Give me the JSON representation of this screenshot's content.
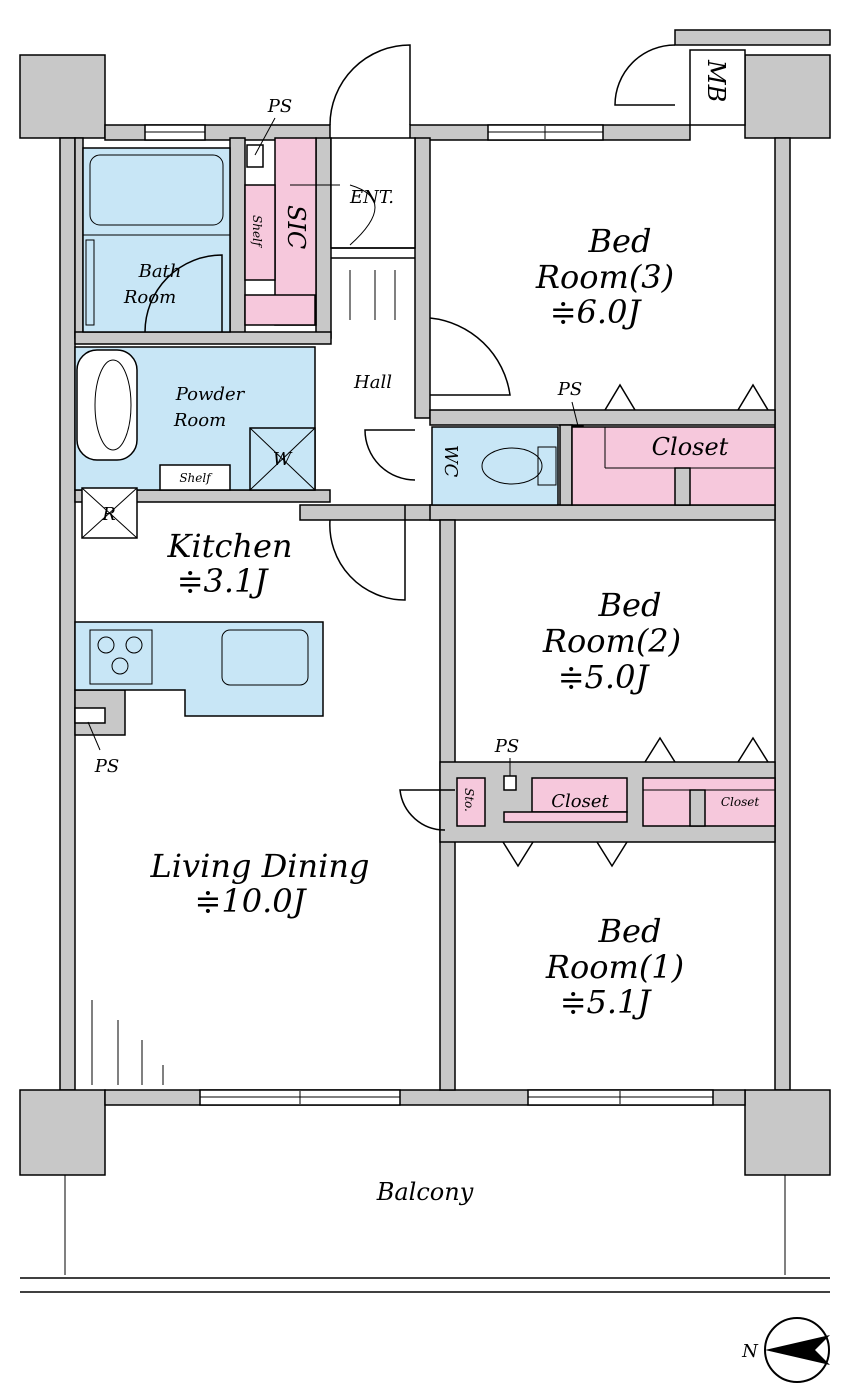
{
  "rooms": {
    "bed3_line1": "Bed",
    "bed3_line2": "Room(3)",
    "bed3_area": "≑6.0J",
    "bed2_line1": "Bed",
    "bed2_line2": "Room(2)",
    "bed2_area": "≑5.0J",
    "bed1_line1": "Bed",
    "bed1_line2": "Room(1)",
    "bed1_area": "≑5.1J",
    "kitchen": "Kitchen",
    "kitchen_area": "≑3.1J",
    "living": "Living Dining",
    "living_area": "≑10.0J",
    "bath_line1": "Bath",
    "bath_line2": "Room",
    "powder_line1": "Powder",
    "powder_line2": "Room",
    "hall": "Hall",
    "balcony": "Balcony"
  },
  "labels": {
    "ps": "PS",
    "mb": "MB",
    "sic": "SIC",
    "shelf": "Shelf",
    "ent": "ENT.",
    "wc": "WC",
    "closet": "Closet",
    "sto": "Sto.",
    "w": "W",
    "r": "R",
    "north": "N"
  },
  "colors": {
    "wall": "#c8c8c8",
    "wet_area": "#c8e6f6",
    "storage": "#f6c8dc"
  },
  "icons": [
    "north-arrow-icon",
    "stove-burner-icon",
    "sink-icon",
    "toilet-icon",
    "bathtub-icon",
    "washbasin-icon",
    "door-swing-icon"
  ]
}
